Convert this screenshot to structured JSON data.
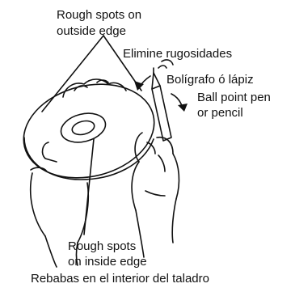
{
  "labels": {
    "rough_outside_1": "Rough spots on",
    "rough_outside_2": "outside edge",
    "elimine": "Elimine rugosidades",
    "boligrafo": "Bolígrafo ó lápiz",
    "ballpoint_1": "Ball point pen",
    "ballpoint_2": "or pencil",
    "rough_inside_1": "Rough spots",
    "rough_inside_2": "on inside edge",
    "rebabas": "Rebabas en el interior del taladro"
  }
}
